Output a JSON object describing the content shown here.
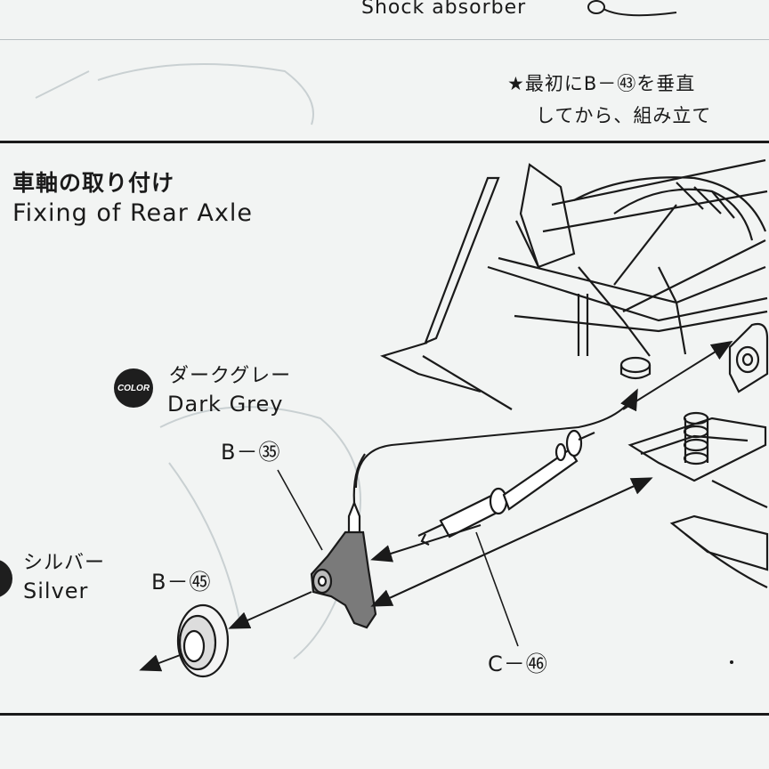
{
  "top_section": {
    "shock_label": "Shock absorber",
    "note_line1": "★最初にB－㊸を垂直",
    "note_line2": "してから、組み立て"
  },
  "section": {
    "title_jp": "車軸の取り付け",
    "title_en": "Fixing of Rear Axle"
  },
  "color_badge": "COLOR",
  "colors": [
    {
      "jp": "ダークグレー",
      "en": "Dark Grey"
    },
    {
      "jp": "シルバー",
      "en": "Silver"
    }
  ],
  "parts": {
    "b35": "B－㉟",
    "b45": "B－㊺",
    "c46": "C－㊻"
  }
}
